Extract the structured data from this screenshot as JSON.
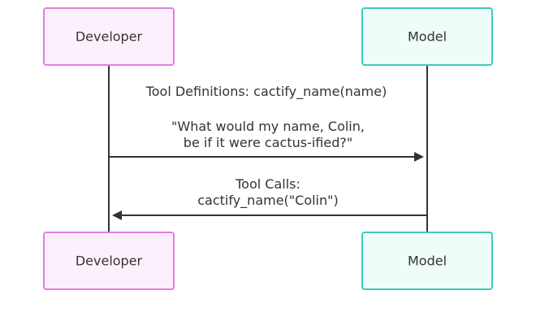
{
  "participants": {
    "developer": {
      "label": "Developer",
      "fill": "#fdf0fd",
      "stroke": "#e27ee2"
    },
    "model": {
      "label": "Model",
      "fill": "#eefdf9",
      "stroke": "#3fcbb6"
    }
  },
  "notes": {
    "tool_definitions": "Tool Definitions: cactify_name(name)"
  },
  "messages": [
    {
      "from": "developer",
      "to": "model",
      "lines": [
        "\"What would my name, Colin,",
        "be if it were cactus-ified?\""
      ]
    },
    {
      "from": "model",
      "to": "developer",
      "lines": [
        "Tool Calls:",
        "cactify_name(\"Colin\")"
      ]
    }
  ],
  "colors": {
    "lifeline": "#333333",
    "arrow": "#333333",
    "text": "#333333"
  }
}
